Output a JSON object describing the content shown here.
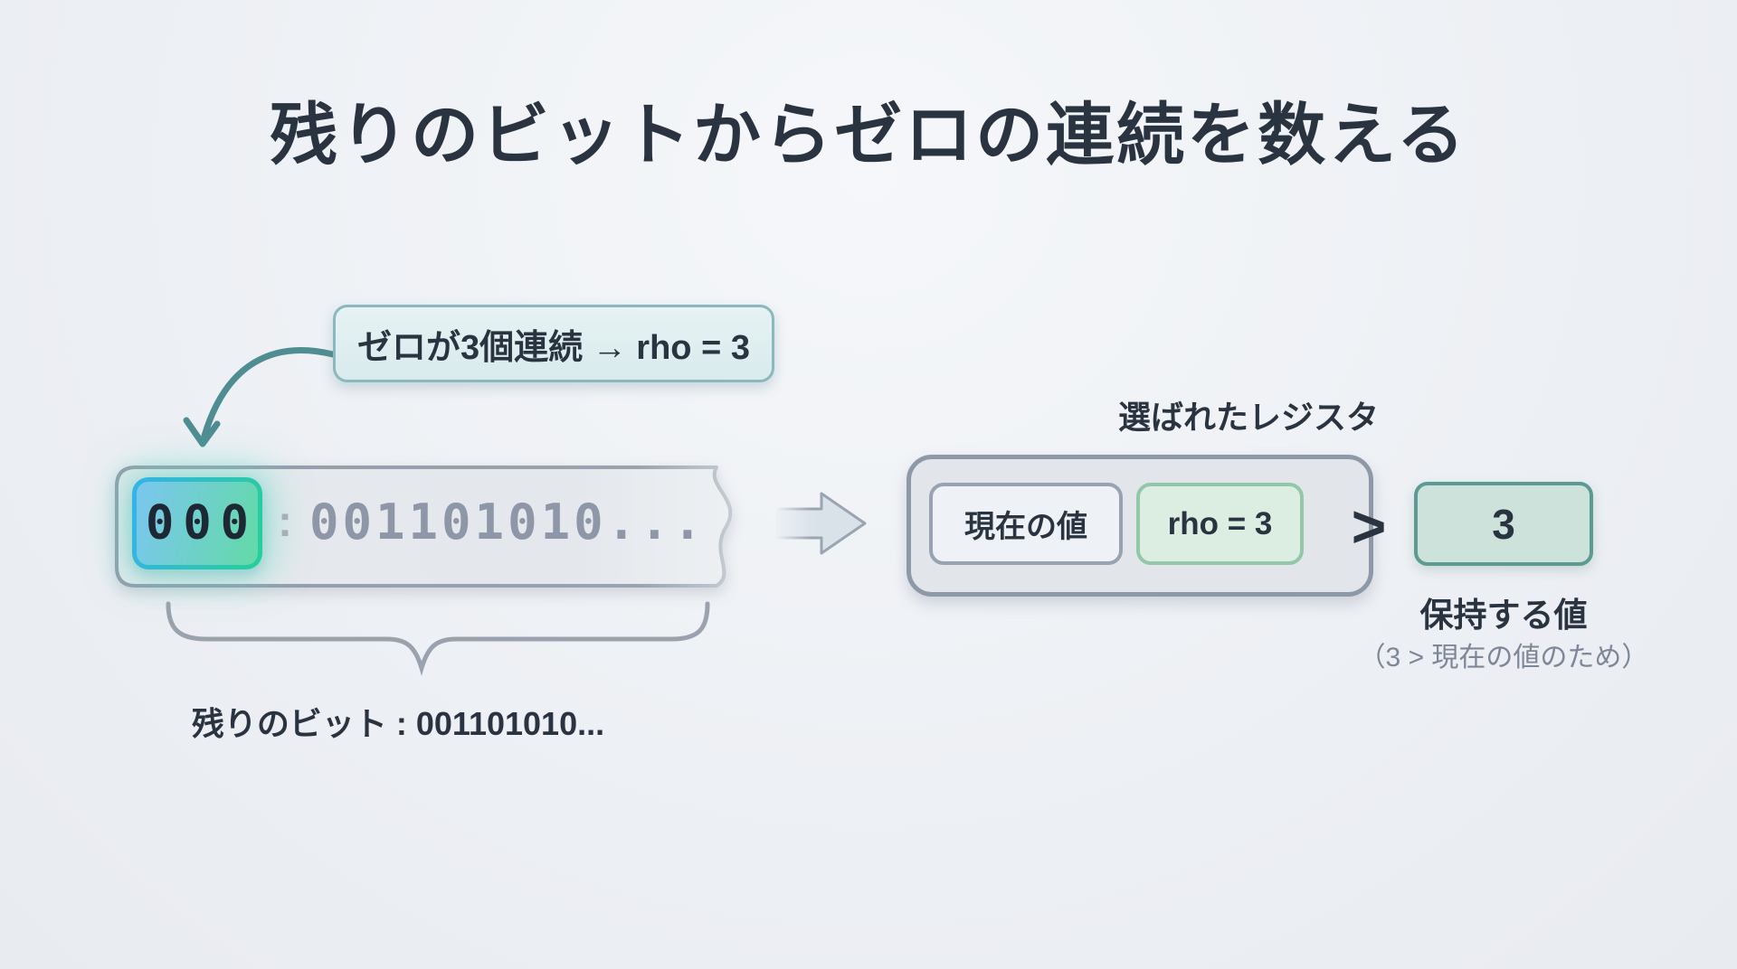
{
  "slide": {
    "title": "残りのビットからゼロの連続を数える"
  },
  "callout": {
    "text": "ゼロが3個連続 → rho = 3"
  },
  "bit_string": {
    "zero_run": "000",
    "separator": ":",
    "remaining_bits": "001101010..."
  },
  "remaining_label": "残りのビット : 001101010...",
  "register_panel": {
    "title": "選ばれたレジスタ",
    "current_value": "現在の値",
    "rho_value": "rho = 3",
    "comparator": ">",
    "kept_value": "3",
    "kept_label": "保持する値",
    "kept_note": "（3 > 現在の値のため）"
  },
  "colors": {
    "background": "#edf0f4",
    "title_text": "#2a3441",
    "muted_text": "#7d8798",
    "gray_digits": "#8e97a7",
    "gray_border": "#8e99a7",
    "callout_bg": "#ddedf0",
    "callout_border": "#8ab8bd",
    "highlight_blue": "#35b2e9",
    "highlight_green": "#27cf98",
    "mint_bg": "#cde2db",
    "mint_border": "#5d9b92",
    "green_chip_bg": "#dcede2",
    "green_chip_border": "#93c7a9",
    "arrow_teal": "#4e8d92"
  }
}
